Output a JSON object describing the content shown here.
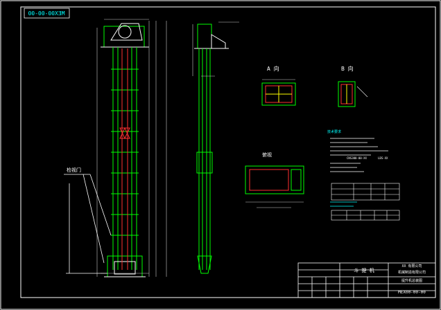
{
  "drawing": {
    "code_mirrored": "MEX00-00-00",
    "code_main": "MEX00-00-00",
    "label_a": "A 向",
    "label_b": "B 向",
    "label_top": "俯视",
    "label_door": "检视门",
    "title_block": {
      "name": "斗 提 机",
      "company_1": "XX 有限公司",
      "company_2": "机械制造有限公司",
      "subtitle": "提升机总装图"
    },
    "notes": {
      "heading": "技术要求",
      "spec_line": "CNS300-00-XX",
      "spec_short": "LBS-XX"
    }
  },
  "colors": {
    "background": "#000000",
    "frame": "#ffffff",
    "outline": "#00ff00",
    "detail": "#ff3030",
    "highlight": "#ffff00",
    "accent": "#00ffff",
    "dim": "#cccccc"
  }
}
